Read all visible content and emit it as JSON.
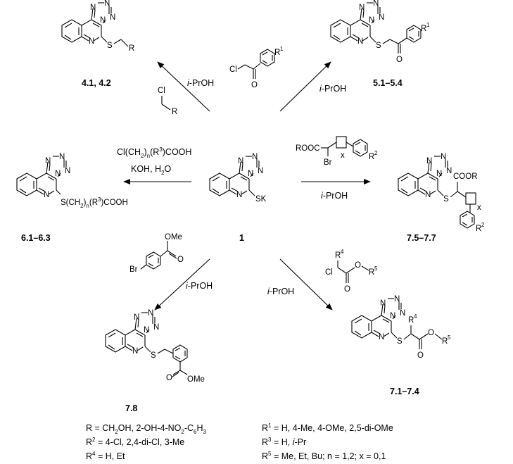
{
  "compounds": {
    "c1": "1",
    "c41": "4.1, 4.2",
    "c51": "5.1–5.4",
    "c61": "6.1–6.3",
    "c75": "7.5–7.7",
    "c78": "7.8",
    "c71": "7.1–7.4"
  },
  "atoms": {
    "N": "N",
    "S": "S",
    "SK": "SK",
    "O": "O",
    "Cl": "Cl",
    "Br": "Br",
    "R": "R",
    "R1": "R",
    "R2": "R",
    "R4": "R",
    "R5": "R",
    "sup1": "1",
    "sup2": "2",
    "sup4": "4",
    "sup5": "5",
    "x": "x",
    "OMe": "OMe",
    "COOR": "COOR",
    "ROOC": "ROOC"
  },
  "reagents": {
    "iprop_i": "i",
    "iprop_rest": "-PrOH",
    "chain_acid_1": "S(CH",
    "chain_acid_2": "2",
    "chain_acid_3": ")",
    "chain_acid_n": "n",
    "chain_acid_4": "(R",
    "chain_acid_5": "3",
    "chain_acid_6": ")COOH",
    "cl_acid_1": "Cl(CH",
    "cl_acid_6": ")COOH",
    "koh_1": "KOH, H",
    "koh_2": "2",
    "koh_3": "O"
  },
  "legend": {
    "r_line_1": "R = CH",
    "r_line_2": "2",
    "r_line_3": "OH, 2-OH-4-NO",
    "r_line_4": "2",
    "r_line_5": "-C",
    "r_line_6": "6",
    "r_line_7": "H",
    "r_line_8": "3",
    "r2_a": "R",
    "r2_b": "2",
    "r2_c": " = 4-Cl, 2,4-di-Cl, 3-Me",
    "r4_a": "R",
    "r4_b": "4",
    "r4_c": " = H, Et",
    "r1_a": "R",
    "r1_b": "1",
    "r1_c": " = H, 4-Me, 4-OMe, 2,5-di-OMe",
    "r3_a": "R",
    "r3_b": "3",
    "r3_c": " = H, ",
    "r3_d": "i",
    "r3_e": "-Pr",
    "r5_a": "R",
    "r5_b": "5",
    "r5_c": " = Me, Et, Bu; n = 1,2; x = 0,1"
  }
}
